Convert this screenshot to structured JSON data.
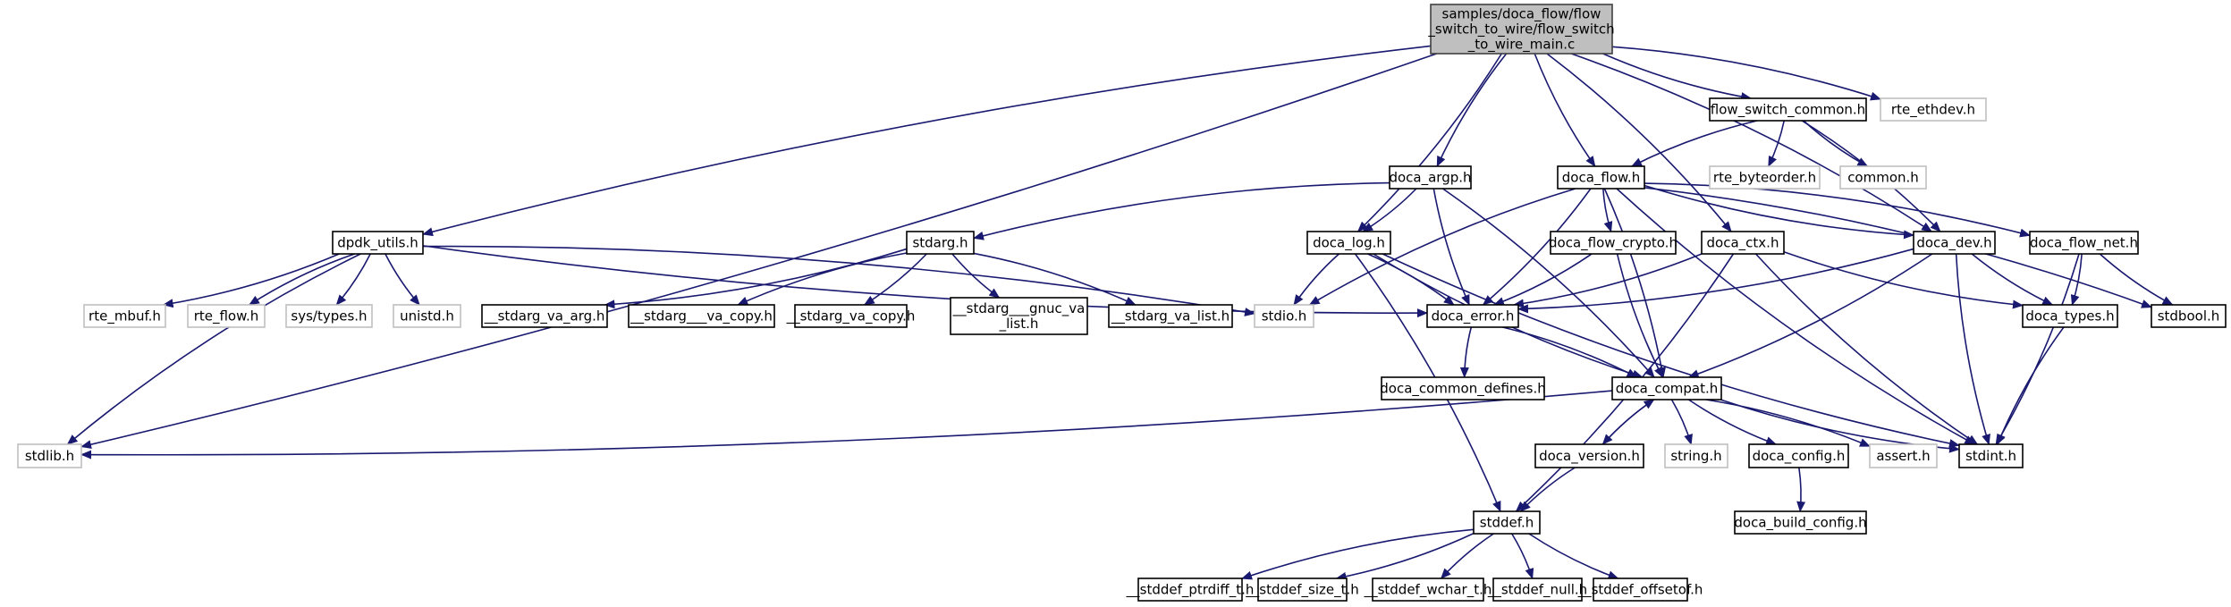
{
  "diagram": {
    "type": "include-dependency-graph",
    "root": "main",
    "nodes": [
      {
        "id": "main",
        "lines": [
          "samples/doca_flow/flow",
          "_switch_to_wire/flow_switch",
          "_to_wire_main.c"
        ],
        "kind": "root"
      },
      {
        "id": "flow_switch_common",
        "lines": [
          "flow_switch_common.h"
        ],
        "kind": "doc"
      },
      {
        "id": "rte_ethdev",
        "lines": [
          "rte_ethdev.h"
        ],
        "kind": "ext"
      },
      {
        "id": "doca_argp",
        "lines": [
          "doca_argp.h"
        ],
        "kind": "doc"
      },
      {
        "id": "doca_flow",
        "lines": [
          "doca_flow.h"
        ],
        "kind": "doc"
      },
      {
        "id": "rte_byteorder",
        "lines": [
          "rte_byteorder.h"
        ],
        "kind": "ext"
      },
      {
        "id": "common",
        "lines": [
          "common.h"
        ],
        "kind": "ext"
      },
      {
        "id": "dpdk_utils",
        "lines": [
          "dpdk_utils.h"
        ],
        "kind": "doc"
      },
      {
        "id": "stdarg",
        "lines": [
          "stdarg.h"
        ],
        "kind": "doc"
      },
      {
        "id": "doca_log",
        "lines": [
          "doca_log.h"
        ],
        "kind": "doc"
      },
      {
        "id": "doca_flow_crypto",
        "lines": [
          "doca_flow_crypto.h"
        ],
        "kind": "doc"
      },
      {
        "id": "doca_ctx",
        "lines": [
          "doca_ctx.h"
        ],
        "kind": "doc"
      },
      {
        "id": "doca_dev",
        "lines": [
          "doca_dev.h"
        ],
        "kind": "doc"
      },
      {
        "id": "doca_flow_net",
        "lines": [
          "doca_flow_net.h"
        ],
        "kind": "doc"
      },
      {
        "id": "rte_mbuf",
        "lines": [
          "rte_mbuf.h"
        ],
        "kind": "ext"
      },
      {
        "id": "rte_flow",
        "lines": [
          "rte_flow.h"
        ],
        "kind": "ext"
      },
      {
        "id": "sys_types",
        "lines": [
          "sys/types.h"
        ],
        "kind": "ext"
      },
      {
        "id": "unistd",
        "lines": [
          "unistd.h"
        ],
        "kind": "ext"
      },
      {
        "id": "stdarg_va_arg",
        "lines": [
          "__stdarg_va_arg.h"
        ],
        "kind": "doc"
      },
      {
        "id": "stdarg___va_copy",
        "lines": [
          "__stdarg___va_copy.h"
        ],
        "kind": "doc"
      },
      {
        "id": "stdarg_va_copy",
        "lines": [
          "__stdarg_va_copy.h"
        ],
        "kind": "doc"
      },
      {
        "id": "stdarg___gnuc_va_list",
        "lines": [
          "__stdarg___gnuc_va",
          "_list.h"
        ],
        "kind": "doc"
      },
      {
        "id": "stdarg_va_list",
        "lines": [
          "__stdarg_va_list.h"
        ],
        "kind": "doc"
      },
      {
        "id": "stdio",
        "lines": [
          "stdio.h"
        ],
        "kind": "ext"
      },
      {
        "id": "doca_error",
        "lines": [
          "doca_error.h"
        ],
        "kind": "doc"
      },
      {
        "id": "doca_types",
        "lines": [
          "doca_types.h"
        ],
        "kind": "doc"
      },
      {
        "id": "stdbool",
        "lines": [
          "stdbool.h"
        ],
        "kind": "doc"
      },
      {
        "id": "doca_common_defines",
        "lines": [
          "doca_common_defines.h"
        ],
        "kind": "doc"
      },
      {
        "id": "doca_compat",
        "lines": [
          "doca_compat.h"
        ],
        "kind": "doc"
      },
      {
        "id": "stdlib",
        "lines": [
          "stdlib.h"
        ],
        "kind": "ext"
      },
      {
        "id": "doca_version",
        "lines": [
          "doca_version.h"
        ],
        "kind": "doc"
      },
      {
        "id": "string",
        "lines": [
          "string.h"
        ],
        "kind": "ext"
      },
      {
        "id": "doca_config",
        "lines": [
          "doca_config.h"
        ],
        "kind": "doc"
      },
      {
        "id": "assert",
        "lines": [
          "assert.h"
        ],
        "kind": "ext"
      },
      {
        "id": "stdint",
        "lines": [
          "stdint.h"
        ],
        "kind": "doc"
      },
      {
        "id": "doca_build_config",
        "lines": [
          "doca_build_config.h"
        ],
        "kind": "doc"
      },
      {
        "id": "stddef",
        "lines": [
          "stddef.h"
        ],
        "kind": "doc"
      },
      {
        "id": "stddef_ptrdiff_t",
        "lines": [
          "__stddef_ptrdiff_t.h"
        ],
        "kind": "doc"
      },
      {
        "id": "stddef_size_t",
        "lines": [
          "__stddef_size_t.h"
        ],
        "kind": "doc"
      },
      {
        "id": "stddef_wchar_t",
        "lines": [
          "__stddef_wchar_t.h"
        ],
        "kind": "doc"
      },
      {
        "id": "stddef_null",
        "lines": [
          "__stddef_null.h"
        ],
        "kind": "doc"
      },
      {
        "id": "stddef_offsetof",
        "lines": [
          "__stddef_offsetof.h"
        ],
        "kind": "doc"
      }
    ],
    "edges": [
      [
        "main",
        "stdlib"
      ],
      [
        "main",
        "dpdk_utils"
      ],
      [
        "main",
        "doca_log"
      ],
      [
        "main",
        "doca_argp"
      ],
      [
        "main",
        "doca_ctx"
      ],
      [
        "main",
        "doca_flow"
      ],
      [
        "main",
        "doca_dev"
      ],
      [
        "main",
        "flow_switch_common"
      ],
      [
        "main",
        "rte_ethdev"
      ],
      [
        "flow_switch_common",
        "doca_flow"
      ],
      [
        "flow_switch_common",
        "rte_byteorder"
      ],
      [
        "flow_switch_common",
        "common"
      ],
      [
        "flow_switch_common",
        "doca_dev"
      ],
      [
        "doca_argp",
        "stdarg"
      ],
      [
        "doca_argp",
        "doca_log"
      ],
      [
        "doca_argp",
        "doca_error"
      ],
      [
        "doca_argp",
        "doca_compat"
      ],
      [
        "doca_flow",
        "stdio"
      ],
      [
        "doca_flow",
        "doca_error"
      ],
      [
        "doca_flow",
        "doca_flow_crypto"
      ],
      [
        "doca_flow",
        "doca_compat"
      ],
      [
        "doca_flow",
        "doca_dev"
      ],
      [
        "doca_flow",
        "doca_flow_net"
      ],
      [
        "doca_flow",
        "stdint"
      ],
      [
        "doca_flow",
        "stdbool"
      ],
      [
        "dpdk_utils",
        "stdlib"
      ],
      [
        "dpdk_utils",
        "rte_mbuf"
      ],
      [
        "dpdk_utils",
        "rte_flow"
      ],
      [
        "dpdk_utils",
        "sys_types"
      ],
      [
        "dpdk_utils",
        "unistd"
      ],
      [
        "dpdk_utils",
        "stdio"
      ],
      [
        "dpdk_utils",
        "doca_error"
      ],
      [
        "stdarg",
        "stdarg_va_arg"
      ],
      [
        "stdarg",
        "stdarg___va_copy"
      ],
      [
        "stdarg",
        "stdarg_va_copy"
      ],
      [
        "stdarg",
        "stdarg___gnuc_va_list"
      ],
      [
        "stdarg",
        "stdarg_va_list"
      ],
      [
        "doca_log",
        "stdio"
      ],
      [
        "doca_log",
        "doca_error"
      ],
      [
        "doca_log",
        "doca_compat"
      ],
      [
        "doca_log",
        "stddef"
      ],
      [
        "doca_log",
        "stdint"
      ],
      [
        "doca_flow_crypto",
        "doca_error"
      ],
      [
        "doca_flow_crypto",
        "doca_compat"
      ],
      [
        "doca_ctx",
        "doca_error"
      ],
      [
        "doca_ctx",
        "doca_types"
      ],
      [
        "doca_ctx",
        "stddef"
      ],
      [
        "doca_ctx",
        "stdint"
      ],
      [
        "doca_dev",
        "doca_error"
      ],
      [
        "doca_dev",
        "doca_types"
      ],
      [
        "doca_dev",
        "doca_compat"
      ],
      [
        "doca_dev",
        "stdint"
      ],
      [
        "doca_flow_net",
        "doca_types"
      ],
      [
        "doca_flow_net",
        "stdbool"
      ],
      [
        "doca_flow_net",
        "stdint"
      ],
      [
        "doca_error",
        "doca_common_defines"
      ],
      [
        "doca_error",
        "doca_compat"
      ],
      [
        "doca_types",
        "stdint"
      ],
      [
        "doca_compat",
        "stdlib"
      ],
      [
        "doca_compat",
        "doca_version"
      ],
      [
        "doca_compat",
        "string"
      ],
      [
        "doca_compat",
        "doca_config"
      ],
      [
        "doca_compat",
        "assert"
      ],
      [
        "doca_compat",
        "stdint"
      ],
      [
        "doca_version",
        "doca_compat"
      ],
      [
        "doca_version",
        "stddef"
      ],
      [
        "doca_config",
        "doca_build_config"
      ],
      [
        "stddef",
        "stddef_ptrdiff_t"
      ],
      [
        "stddef",
        "stddef_size_t"
      ],
      [
        "stddef",
        "stddef_wchar_t"
      ],
      [
        "stddef",
        "stddef_null"
      ],
      [
        "stddef",
        "stddef_offsetof"
      ]
    ]
  }
}
